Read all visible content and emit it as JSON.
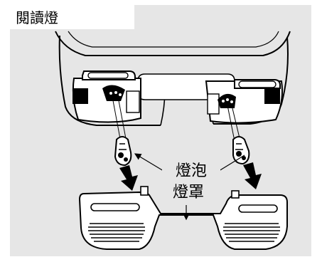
{
  "title": "閱讀燈",
  "labels": {
    "bulb": "燈泡",
    "lens": "燈罩"
  },
  "colors": {
    "background": "#e6e6e6",
    "title_box": "#ffffff",
    "line": "#000000"
  }
}
